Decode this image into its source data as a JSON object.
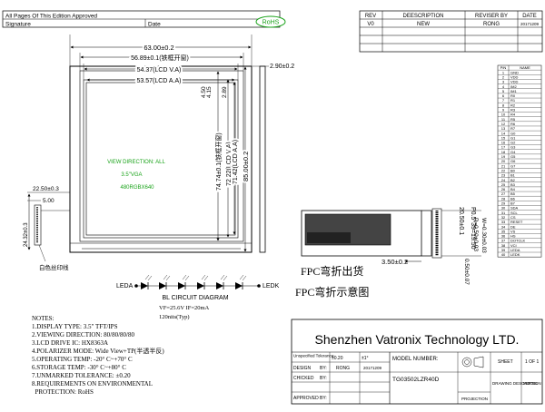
{
  "approval": {
    "line1": "All Pages Of This Edition Approved",
    "line2": "Signature",
    "date_label": "Date"
  },
  "rohs_badge": "RoHS",
  "revision": {
    "headers": [
      "REV",
      "DEESCRIPTION",
      "REVISER BY",
      "DATE"
    ],
    "rows": [
      [
        "V0",
        "NEW",
        "RONG",
        "20171209"
      ]
    ]
  },
  "dimensions": {
    "outline_width": "63.00±0.2",
    "bezel_width": "56.89±0.1(铁框开窗)",
    "lcd_va_width": "54.37(LCD V.A)",
    "lcd_aa_width": "53.57(LCD A.A)",
    "top_offset_a": "4.50",
    "top_offset_b": "4.15",
    "top_offset_c": "2.89",
    "thickness": "2.90±0.2",
    "bezel_height": "74.74±0.1(铁框开窗)",
    "lcd_va_height": "72.22(LCD V.A)",
    "lcd_aa_height": "71.42(LCD A.A)",
    "outline_height": "85.00±0.2",
    "fpc_offset": "22.50±0.3",
    "fpc_gap": "5.00",
    "fpc_length": "24.32±0.3",
    "pitch_total": "P0.5*39=19.50",
    "pin_span": "20.50±0.1",
    "pin_width": "W=0.30±0.03",
    "pin_pitch": "P=0.50±0.03",
    "pin_clear": "0.50±0.07",
    "fpc_bend": "3.50±0.2"
  },
  "view_text": {
    "line1": "VIEW DIRECTION: ALL",
    "line2": "3.5\"VGA",
    "line3": "480RGBX640"
  },
  "white_print_label": "白色丝印线",
  "fpc_notes": {
    "line1": "FPC弯折出货",
    "line2": "FPC弯折示意图"
  },
  "backlight": {
    "anode": "LEDA",
    "cathode": "LEDK",
    "title": "BL CIRCUIT DIAGRAM",
    "spec1": "VF=25.6V   IF=20mA",
    "spec2": "120nits(Typ)"
  },
  "notes": {
    "title": "NOTES:",
    "items": [
      "1.DISPLAY TYPE:  3.5\" TFT/IPS",
      "2.VIEWING DIRECTION: 80/80/80/80",
      "3.LCD DRIVE IC: HX8363A",
      "4.POLARIZER MODE: Wide View+TP(半透半反)",
      "5.OPERATING TEMP: -20° C~+70° C",
      "6.STORAGE TEMP: -30° C~+80° C",
      "7.UNMARKED TOLERANCE: ±0.20",
      "8.REQUIREMENTS ON ENVIRONMENTAL",
      "  PROTECTION: RoHS"
    ]
  },
  "pin_table": {
    "headers": [
      "PIN",
      "NAME"
    ],
    "rows": [
      [
        "1",
        "GND"
      ],
      [
        "2",
        "VDD"
      ],
      [
        "3",
        "VDD"
      ],
      [
        "4",
        "IM2"
      ],
      [
        "5",
        "IM1"
      ],
      [
        "6",
        "R0"
      ],
      [
        "7",
        "R1"
      ],
      [
        "8",
        "R2"
      ],
      [
        "9",
        "R3"
      ],
      [
        "10",
        "R4"
      ],
      [
        "11",
        "R5"
      ],
      [
        "12",
        "R6"
      ],
      [
        "13",
        "R7"
      ],
      [
        "14",
        "G0"
      ],
      [
        "15",
        "G1"
      ],
      [
        "16",
        "G2"
      ],
      [
        "17",
        "G3"
      ],
      [
        "18",
        "G4"
      ],
      [
        "19",
        "G5"
      ],
      [
        "20",
        "G6"
      ],
      [
        "21",
        "G7"
      ],
      [
        "22",
        "B0"
      ],
      [
        "23",
        "B1"
      ],
      [
        "24",
        "B2"
      ],
      [
        "25",
        "B3"
      ],
      [
        "26",
        "B4"
      ],
      [
        "27",
        "B5"
      ],
      [
        "28",
        "B6"
      ],
      [
        "29",
        "B7"
      ],
      [
        "30",
        "SDA"
      ],
      [
        "31",
        "SCL"
      ],
      [
        "32",
        "CS"
      ],
      [
        "33",
        "RESET"
      ],
      [
        "34",
        "DE"
      ],
      [
        "35",
        "VS"
      ],
      [
        "36",
        "HS"
      ],
      [
        "37",
        "DOTCLK"
      ],
      [
        "38",
        "VCI"
      ],
      [
        "39",
        "LEDA"
      ],
      [
        "40",
        "LEDK"
      ]
    ]
  },
  "title_block": {
    "company": "Shenzhen Vatronix Technology LTD.",
    "unspecified_label": "Unspecified Tolerance:",
    "tol1": "±0.20",
    "tol2": "±1°",
    "design_label": "DESIGN",
    "by_label": "BY:",
    "design_by": "RONG",
    "design_date": "20171209",
    "checked_label": "CHICKED",
    "approved_label": "APPROVED",
    "model_label": "MODEL NUMBER:",
    "model_number": "TG03502LZR40D",
    "sheet_label": "SHEET",
    "sheet_value": "1 OF 1",
    "projection_label": "PROJECTION",
    "drawing_label": "DRAWING DESCRIPTION",
    "model_short": "MODEL"
  }
}
